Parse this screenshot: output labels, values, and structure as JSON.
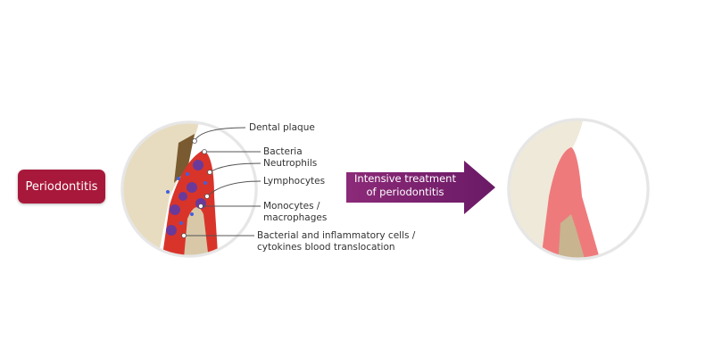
{
  "condition_label": "Periodontitis",
  "treatment_label": [
    "Intensive treatment",
    "of periodontitis"
  ],
  "annotations": {
    "dental_plaque": "Dental plaque",
    "bacteria": "Bacteria",
    "neutrophils": "Neutrophils",
    "lymphocytes": "Lymphocytes",
    "monocytes": [
      "Monocytes /",
      "macrophages"
    ],
    "translocation": [
      "Bacterial and inflammatory cells /",
      "cytokines blood translocation"
    ]
  },
  "colors": {
    "condition": "#a8183a",
    "treatment": "#7a2070",
    "gum_inflamed": "#d9342a",
    "gum_healthy": "#ef7a7c"
  }
}
